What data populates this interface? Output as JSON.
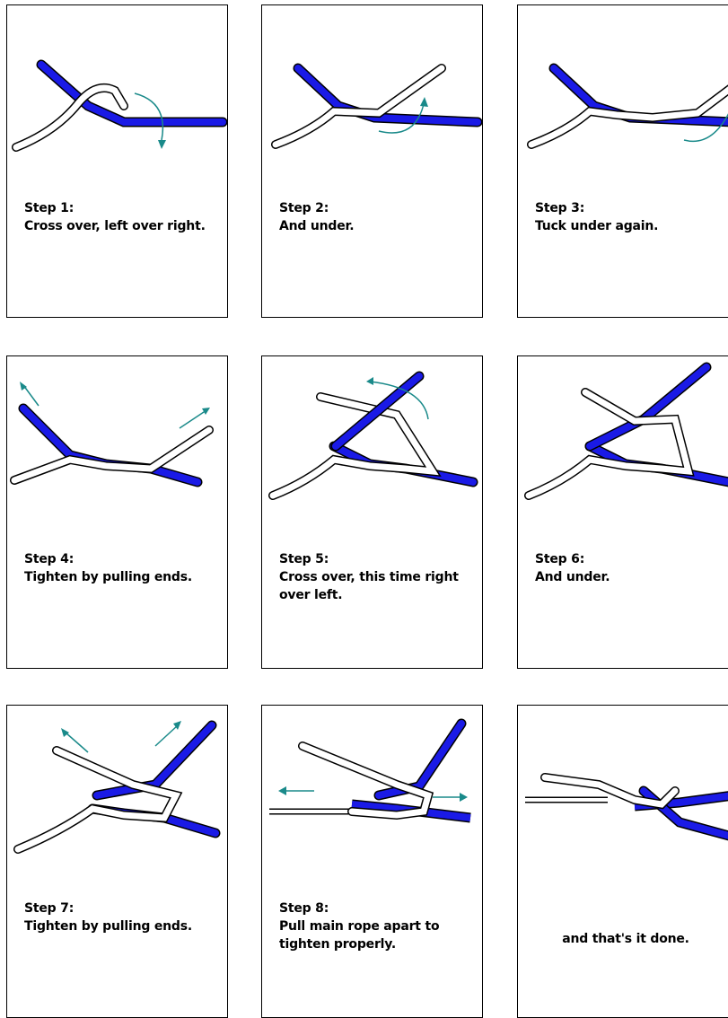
{
  "colors": {
    "rope_blue": "#1a1ae6",
    "rope_white": "#ffffff",
    "outline": "#000000",
    "arrow": "#1a8a8a"
  },
  "panels": [
    {
      "id": "p1",
      "step": "Step 1:",
      "text": "Cross over, left over right."
    },
    {
      "id": "p2",
      "step": "Step 2:",
      "text": "And under."
    },
    {
      "id": "p3",
      "step": "Step 3:",
      "text": "Tuck under again."
    },
    {
      "id": "p4",
      "step": "Step 4:",
      "text": "Tighten by pulling ends."
    },
    {
      "id": "p5",
      "step": "Step 5:",
      "text": "Cross over, this time right over left."
    },
    {
      "id": "p6",
      "step": "Step 6:",
      "text": "And under."
    },
    {
      "id": "p7",
      "step": "Step 7:",
      "text": "Tighten by pulling ends."
    },
    {
      "id": "p8",
      "step": "Step 8:",
      "text": "Pull main rope apart to tighten properly."
    },
    {
      "id": "p9",
      "step": "",
      "text": "and that's it done."
    }
  ]
}
